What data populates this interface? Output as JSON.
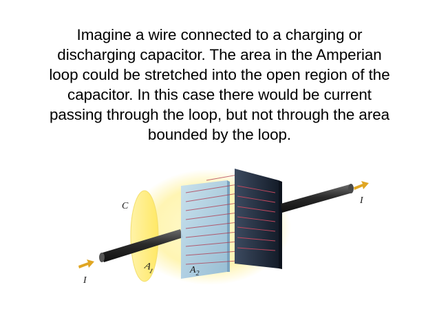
{
  "slide": {
    "lines": [
      "Imagine a wire connected to a charging or",
      "discharging capacitor.  The area in the Amperian",
      "loop could be stretched into the open region of the",
      "capacitor.  In this case there would be current",
      "passing through the loop, but not through the area",
      "bounded by the loop."
    ]
  },
  "figure": {
    "label_C": "C",
    "label_I_left": "I",
    "label_I_right": "I",
    "label_A1": "A",
    "label_A1_sub": "1",
    "label_A2": "A",
    "label_A2_sub": "2",
    "colors": {
      "wire": "#2e2e2e",
      "plate_near": "#a9cde3",
      "plate_far": "#1f2b3d",
      "surface": "#fff6b0",
      "field_lines": "#b0344a",
      "current_arrow": "#e0a623"
    }
  }
}
